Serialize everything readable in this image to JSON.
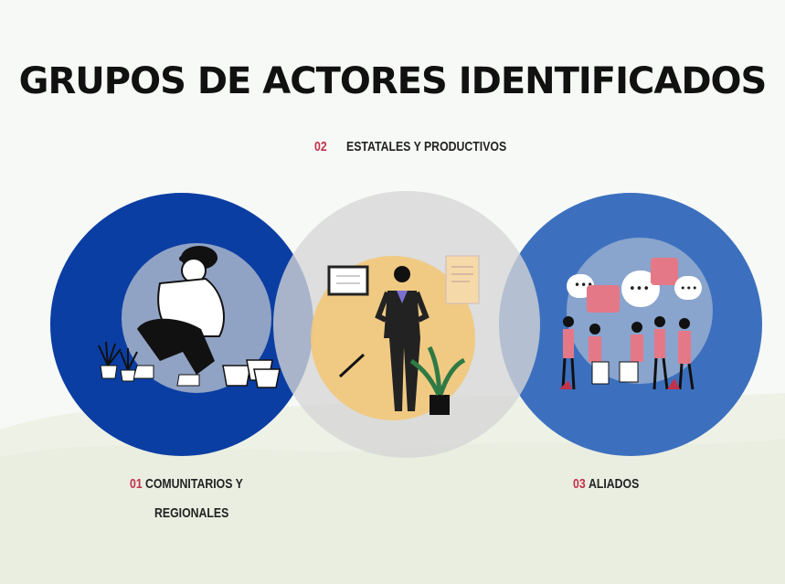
{
  "title": "GRUPOS DE ACTORES IDENTIFICADOS",
  "groups": [
    {
      "number": "01",
      "label_line1": "COMUNITARIOS Y",
      "label_line2": "REGIONALES",
      "icon": "gardener-illustration"
    },
    {
      "number": "02",
      "label": "ESTATALES Y PRODUCTIVOS",
      "icon": "official-woman-illustration"
    },
    {
      "number": "03",
      "label": "ALIADOS",
      "icon": "people-conversation-illustration"
    }
  ],
  "colors": {
    "circle_01": "#0b3ea3",
    "circle_02": "#d6d6d6",
    "circle_03": "#3c70bf",
    "accent_number": "#c2324a",
    "text": "#111111"
  }
}
